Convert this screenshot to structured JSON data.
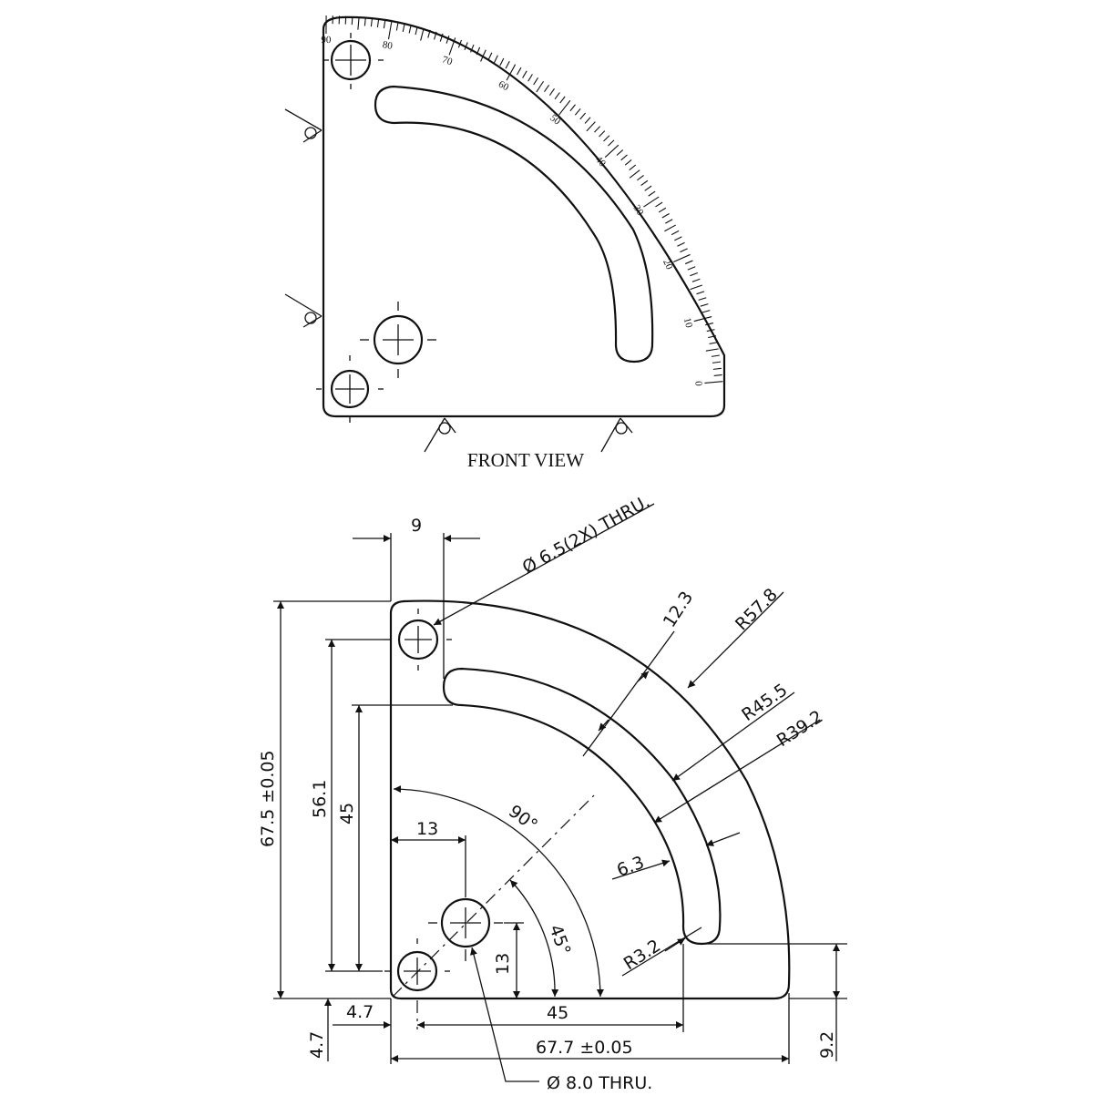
{
  "front_view": {
    "label": "FRONT VIEW",
    "scale_labels": [
      "0",
      "10",
      "20",
      "30",
      "40",
      "50",
      "60",
      "70",
      "80",
      "90"
    ],
    "weld_symbol_count": 4
  },
  "dimension_view": {
    "holes": {
      "small_callout": "Ø 6.5(2X) THRU.",
      "large_callout": "Ø 8.0 THRU."
    },
    "dimensions": {
      "top_width": "9",
      "slot_width_radial": "12.3",
      "outer_radius": "R57.8",
      "slot_outer_radius": "R45.5",
      "slot_inner_radius": "R39.2",
      "slot_width": "6.3",
      "slot_end_radius": "R3.2",
      "angle_full": "90°",
      "angle_half": "45°",
      "hole_x": "13",
      "hole_y": "13",
      "overall_height": "67.5 ±0.05",
      "hole_spacing_v": "56.1",
      "slot_top_height": "45",
      "bottom_hole_offset_x": "4.7",
      "bottom_hole_offset_y": "4.7",
      "slot_end_x": "45",
      "overall_width": "67.7 ±0.05",
      "slot_end_height": "9.2"
    }
  }
}
